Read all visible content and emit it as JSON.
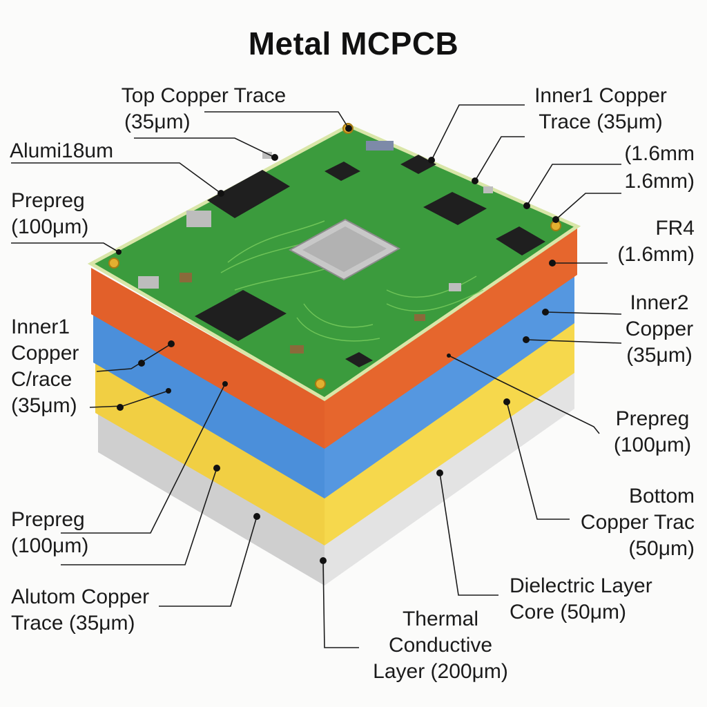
{
  "title": "Metal MCPCB",
  "labels": {
    "top_copper": [
      "Top Copper Trace",
      "(35μm)"
    ],
    "alum": [
      "Alumi18um"
    ],
    "prepreg_left_top": [
      "Prepreg",
      "(100μm)"
    ],
    "inner1_left": [
      "Inner1",
      "Copper",
      "C/race",
      "(35μm)"
    ],
    "prepreg_left_bottom": [
      "Prepreg",
      "(100μm)"
    ],
    "alutom": [
      "Alutom Copper",
      "Trace (35μm)"
    ],
    "inner1_right": [
      "Inner1 Copper",
      "Trace (35μm)"
    ],
    "thickness_1": [
      "(1.6mm"
    ],
    "thickness_2": [
      "1.6mm)"
    ],
    "fr4": [
      "FR4",
      "(1.6mm)"
    ],
    "inner2": [
      "Inner2",
      "Copper",
      "(35μm)"
    ],
    "prepreg_right": [
      "Prepreg",
      "(100μm)"
    ],
    "bottom_copper": [
      "Bottom",
      "Copper Trac",
      "(50μm)"
    ],
    "dielectric": [
      "Dielectric Layer",
      "Core (50μm)"
    ],
    "thermal": [
      "Thermal",
      "Conductive",
      "Layer (200μm)"
    ]
  },
  "colors": {
    "board_green": "#3a9a3c",
    "fr4_orange": "#e0602a",
    "inner_blue": "#4a8ed8",
    "prepreg_yellow": "#f2d045",
    "aluminum_gray": "#d4d4d4"
  }
}
